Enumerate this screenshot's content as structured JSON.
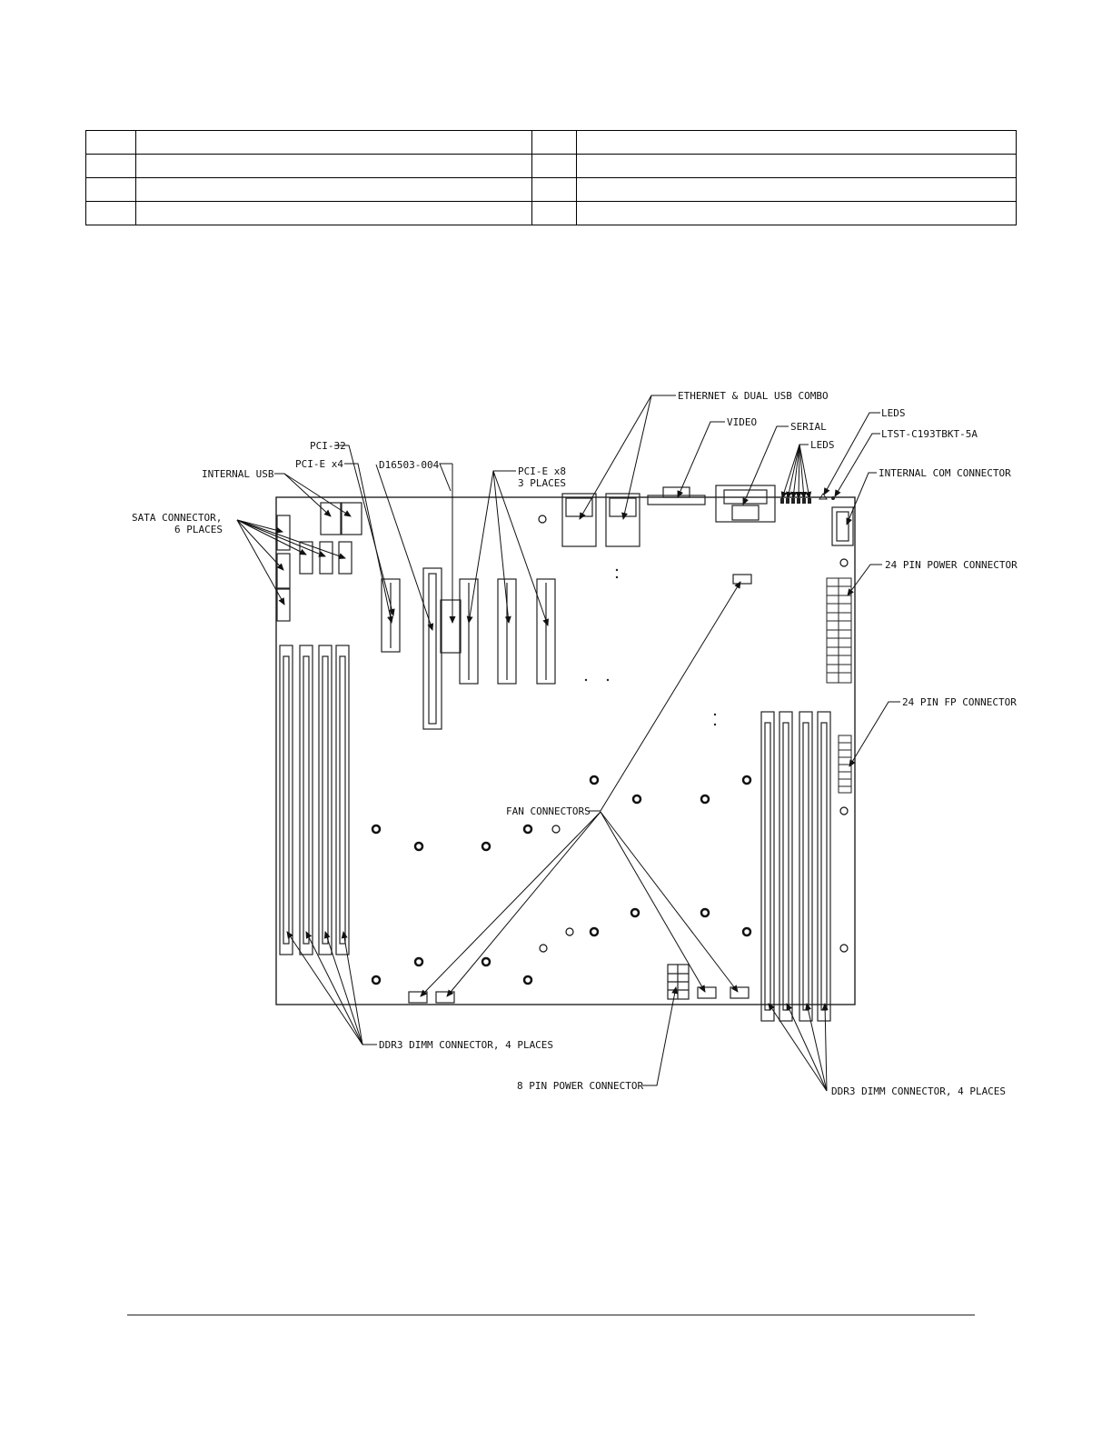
{
  "revision_table": {
    "rows": [
      [
        "",
        "",
        "",
        ""
      ],
      [
        "",
        "",
        "",
        ""
      ],
      [
        "",
        "",
        "",
        ""
      ],
      [
        "",
        "",
        "",
        ""
      ]
    ]
  },
  "labels": {
    "ethernet_usb": "ETHERNET & DUAL USB COMBO",
    "video": "VIDEO",
    "serial": "SERIAL",
    "leds_top": "LEDS",
    "ltst": "LTST-C193TBKT-5A",
    "leds": "LEDS",
    "internal_com": "INTERNAL COM CONNECTOR",
    "pci32": "PCI-32",
    "pcie_x4": "PCI-E x4",
    "internal_usb": "INTERNAL USB",
    "d16503": "D16503-004",
    "pcie_x8_line1": "PCI-E x8",
    "pcie_x8_line2": "3 PLACES",
    "sata_line1": "SATA CONNECTOR,",
    "sata_line2": "6 PLACES",
    "power24": "24 PIN POWER CONNECTOR",
    "fp24": "24 PIN FP CONNECTOR",
    "fan": "FAN CONNECTORS",
    "ddr3_left": "DDR3 DIMM CONNECTOR, 4 PLACES",
    "power8": "8 PIN POWER CONNECTOR",
    "ddr3_right": "DDR3 DIMM CONNECTOR, 4 PLACES"
  },
  "colors": {
    "line": "#111111",
    "board": "#222222"
  }
}
